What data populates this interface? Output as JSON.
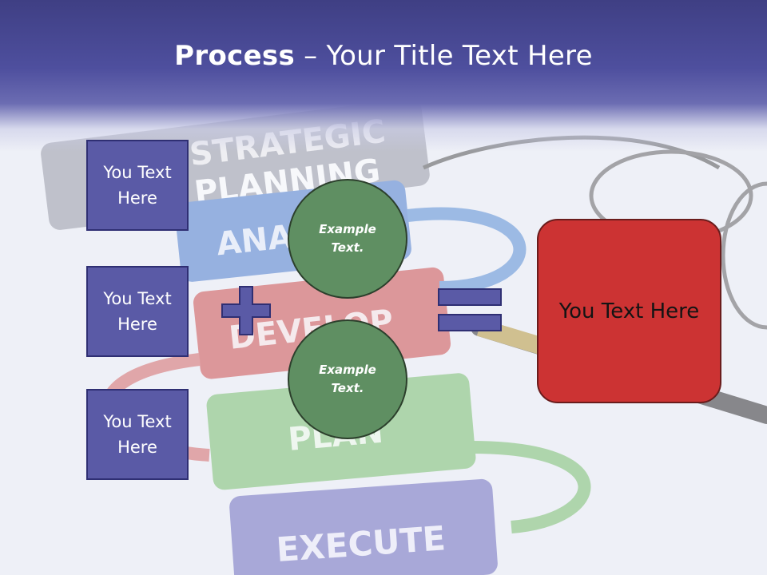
{
  "title": {
    "bold": "Process",
    "rest": " – Your Title Text Here"
  },
  "background": {
    "words": [
      "STRATEGIC",
      "PLANNING",
      "ANALYZE",
      "DEVELOP",
      "PLAN",
      "EXECUTE"
    ]
  },
  "side_boxes": [
    {
      "text": "You Text Here"
    },
    {
      "text": "You Text Here"
    },
    {
      "text": "You Text Here"
    }
  ],
  "circles": [
    {
      "text": "Example Text."
    },
    {
      "text": "Example Text."
    }
  ],
  "operators": {
    "plus": "plus-icon",
    "equals": "equals-icon"
  },
  "result": {
    "text": "You Text Here"
  },
  "colors": {
    "header": "#4e4f9e",
    "side_box": "#5a5aa6",
    "circle": "#5f8f62",
    "result": "#cc3333"
  }
}
